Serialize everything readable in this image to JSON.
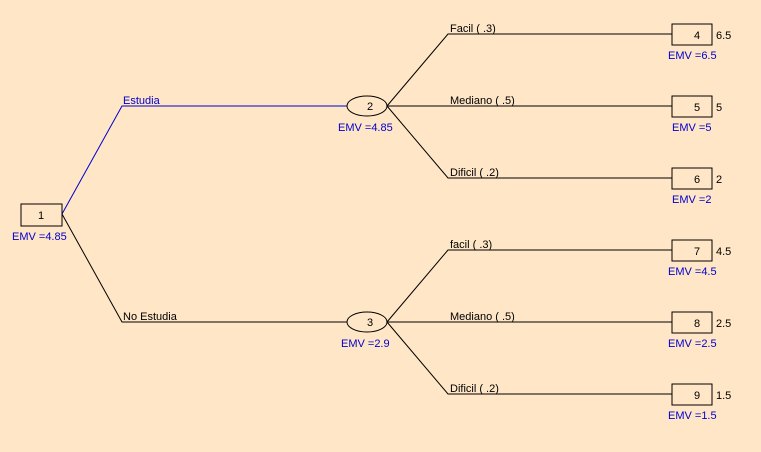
{
  "colors": {
    "background": "#FFE6C7",
    "line": "#000000",
    "optimal_path": "#0000CC",
    "emv_text": "#0000CC",
    "node_fill": "#FFE6C7"
  },
  "root": {
    "label": "1",
    "emv": "EMV =4.85"
  },
  "branches": [
    {
      "label": "Estudia",
      "optimal": true,
      "chance_node": {
        "label": "2",
        "emv": "EMV =4.85"
      },
      "outcomes": [
        {
          "label": "Facil ( .3)",
          "node": "4",
          "payoff": "6.5",
          "emv": "EMV =6.5"
        },
        {
          "label": "Mediano ( .5)",
          "node": "5",
          "payoff": "5",
          "emv": "EMV =5"
        },
        {
          "label": "Dificil ( .2)",
          "node": "6",
          "payoff": "2",
          "emv": "EMV =2"
        }
      ]
    },
    {
      "label": "No Estudia",
      "optimal": false,
      "chance_node": {
        "label": "3",
        "emv": "EMV =2.9"
      },
      "outcomes": [
        {
          "label": "facil ( .3)",
          "node": "7",
          "payoff": "4.5",
          "emv": "EMV =4.5"
        },
        {
          "label": "Mediano ( .5)",
          "node": "8",
          "payoff": "2.5",
          "emv": "EMV =2.5"
        },
        {
          "label": "Dificil ( .2)",
          "node": "9",
          "payoff": "1.5",
          "emv": "EMV =1.5"
        }
      ]
    }
  ]
}
